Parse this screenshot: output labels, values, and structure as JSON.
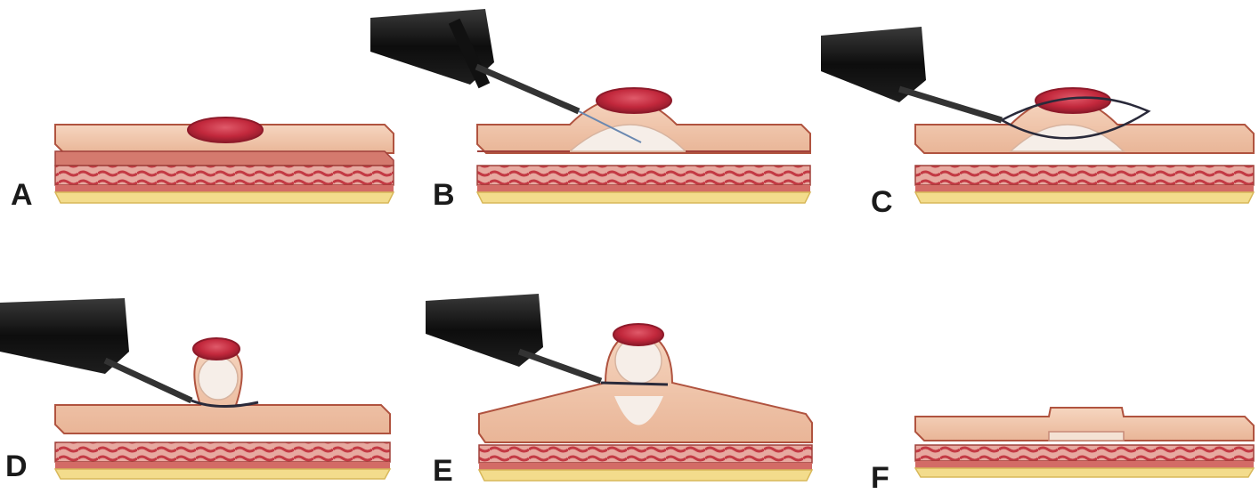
{
  "panels": [
    {
      "id": "A",
      "label": "A"
    },
    {
      "id": "B",
      "label": "B"
    },
    {
      "id": "C",
      "label": "C"
    },
    {
      "id": "D",
      "label": "D"
    },
    {
      "id": "E",
      "label": "E"
    },
    {
      "id": "F",
      "label": "F"
    }
  ],
  "colors": {
    "mucosa": "#f0c4a8",
    "mucosa_edge": "#b0533f",
    "muscle": "#c8454a",
    "muscle_light": "#e8a8a0",
    "serosa": "#f3dc8c",
    "lesion": "#c2283c",
    "lesion_dark": "#8e1a2a",
    "injection": "#f6eee8",
    "endoscope": "#111111",
    "snare": "#2a2a3a"
  },
  "icons": {
    "endoscope": "endoscope-icon",
    "snare": "snare-icon",
    "needle": "injection-needle-icon"
  }
}
